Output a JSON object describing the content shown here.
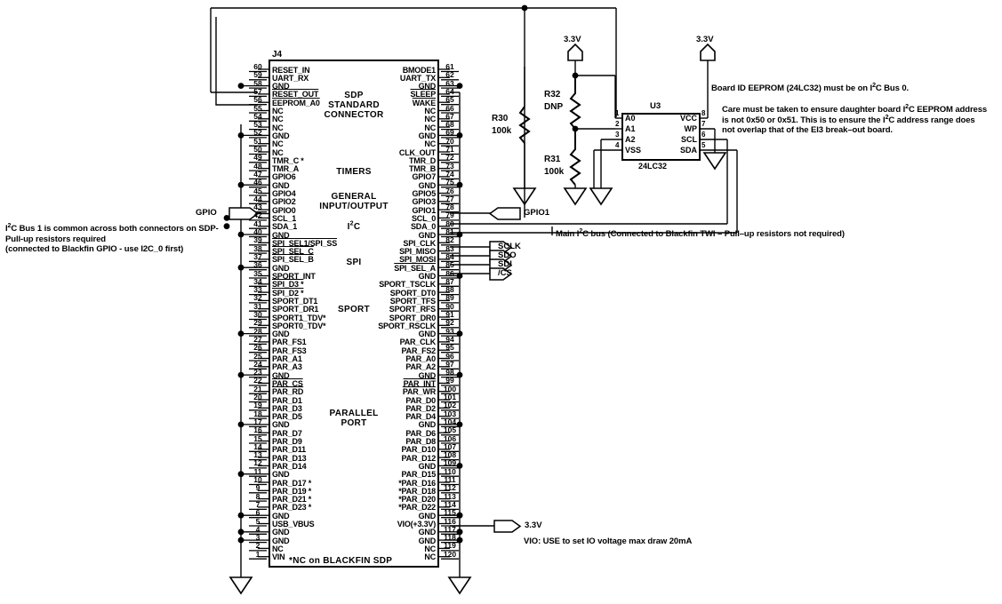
{
  "sheet": {
    "connector": {
      "designator": "J4",
      "groups": [
        {
          "name": "SDP\nSTANDARD\nCONNECTOR"
        },
        {
          "name": "TIMERS"
        },
        {
          "name": "GENERAL\nINPUT/OUTPUT"
        },
        {
          "name": "I2C"
        },
        {
          "name": "SPI"
        },
        {
          "name": "SPORT"
        },
        {
          "name": "PARALLEL\nPORT"
        }
      ],
      "footnote": "*NC on BLACKFIN SDP",
      "left_pins": [
        {
          "num": "60",
          "name": "RESET_IN"
        },
        {
          "num": "59",
          "name": "UART_RX"
        },
        {
          "num": "58",
          "name": "GND"
        },
        {
          "num": "57",
          "name": "RESET_OUT",
          "bar": true
        },
        {
          "num": "56",
          "name": "EEPROM_A0",
          "bar": true
        },
        {
          "num": "55",
          "name": "NC"
        },
        {
          "num": "54",
          "name": "NC"
        },
        {
          "num": "53",
          "name": "NC"
        },
        {
          "num": "52",
          "name": "GND"
        },
        {
          "num": "51",
          "name": "NC"
        },
        {
          "num": "50",
          "name": "NC"
        },
        {
          "num": "49",
          "name": "TMR_C *"
        },
        {
          "num": "48",
          "name": "TMR_A"
        },
        {
          "num": "47",
          "name": "GPIO6"
        },
        {
          "num": "46",
          "name": "GND"
        },
        {
          "num": "45",
          "name": "GPIO4"
        },
        {
          "num": "44",
          "name": "GPIO2"
        },
        {
          "num": "43",
          "name": "GPIO0"
        },
        {
          "num": "42",
          "name": "SCL_1"
        },
        {
          "num": "41",
          "name": "SDA_1"
        },
        {
          "num": "40",
          "name": "GND"
        },
        {
          "num": "39",
          "name": "SPI_SEL1/SPI_SS",
          "bar": true
        },
        {
          "num": "38",
          "name": "SPI_SEL_C",
          "bar": true
        },
        {
          "num": "37",
          "name": "SPI_SEL_B",
          "bar": true
        },
        {
          "num": "36",
          "name": "GND"
        },
        {
          "num": "35",
          "name": "SPORT_INT"
        },
        {
          "num": "34",
          "name": "SPI_D3 *",
          "bar": true
        },
        {
          "num": "33",
          "name": "SPI_D2 *",
          "bar": true
        },
        {
          "num": "32",
          "name": "SPORT_DT1"
        },
        {
          "num": "31",
          "name": "SPORT_DR1"
        },
        {
          "num": "30",
          "name": "SPORT1_TDV*"
        },
        {
          "num": "29",
          "name": "SPORT0_TDV*"
        },
        {
          "num": "28",
          "name": "GND"
        },
        {
          "num": "27",
          "name": "PAR_FS1"
        },
        {
          "num": "26",
          "name": "PAR_FS3"
        },
        {
          "num": "25",
          "name": "PAR_A1"
        },
        {
          "num": "24",
          "name": "PAR_A3"
        },
        {
          "num": "23",
          "name": "GND"
        },
        {
          "num": "22",
          "name": "PAR_CS",
          "bar": true
        },
        {
          "num": "21",
          "name": "PAR_RD",
          "bar": true
        },
        {
          "num": "20",
          "name": "PAR_D1"
        },
        {
          "num": "19",
          "name": "PAR_D3"
        },
        {
          "num": "18",
          "name": "PAR_D5"
        },
        {
          "num": "17",
          "name": "GND"
        },
        {
          "num": "16",
          "name": "PAR_D7"
        },
        {
          "num": "15",
          "name": "PAR_D9"
        },
        {
          "num": "14",
          "name": "PAR_D11"
        },
        {
          "num": "13",
          "name": "PAR_D13"
        },
        {
          "num": "12",
          "name": "PAR_D14"
        },
        {
          "num": "11",
          "name": "GND"
        },
        {
          "num": "10",
          "name": "PAR_D17 *"
        },
        {
          "num": "9",
          "name": "PAR_D19 *"
        },
        {
          "num": "8",
          "name": "PAR_D21 *"
        },
        {
          "num": "7",
          "name": "PAR_D23 *"
        },
        {
          "num": "6",
          "name": "GND"
        },
        {
          "num": "5",
          "name": "USB_VBUS"
        },
        {
          "num": "4",
          "name": "GND"
        },
        {
          "num": "3",
          "name": "GND"
        },
        {
          "num": "2",
          "name": "NC"
        },
        {
          "num": "1",
          "name": "VIN"
        }
      ],
      "right_pins": [
        {
          "num": "61",
          "name": "BMODE1"
        },
        {
          "num": "62",
          "name": "UART_TX"
        },
        {
          "num": "63",
          "name": "GND"
        },
        {
          "num": "64",
          "name": "SLEEP",
          "bar": true
        },
        {
          "num": "65",
          "name": "WAKE",
          "bar": true
        },
        {
          "num": "66",
          "name": "NC"
        },
        {
          "num": "67",
          "name": "NC"
        },
        {
          "num": "68",
          "name": "NC"
        },
        {
          "num": "69",
          "name": "GND"
        },
        {
          "num": "70",
          "name": "NC"
        },
        {
          "num": "71",
          "name": "CLK_OUT"
        },
        {
          "num": "72",
          "name": "TMR_D"
        },
        {
          "num": "73",
          "name": "TMR_B"
        },
        {
          "num": "74",
          "name": "GPIO7"
        },
        {
          "num": "75",
          "name": "GND"
        },
        {
          "num": "76",
          "name": "GPIO5"
        },
        {
          "num": "77",
          "name": "GPIO3"
        },
        {
          "num": "78",
          "name": "GPIO1"
        },
        {
          "num": "79",
          "name": "SCL_0"
        },
        {
          "num": "80",
          "name": "SDA_0"
        },
        {
          "num": "81",
          "name": "GND"
        },
        {
          "num": "82",
          "name": "SPI_CLK"
        },
        {
          "num": "83",
          "name": "SPI_MISO"
        },
        {
          "num": "84",
          "name": "SPI_MOSI"
        },
        {
          "num": "85",
          "name": "SPI_SEL_A",
          "bar": true
        },
        {
          "num": "86",
          "name": "GND"
        },
        {
          "num": "87",
          "name": "SPORT_TSCLK"
        },
        {
          "num": "88",
          "name": "SPORT_DT0"
        },
        {
          "num": "89",
          "name": "SPORT_TFS"
        },
        {
          "num": "90",
          "name": "SPORT_RFS"
        },
        {
          "num": "91",
          "name": "SPORT_DR0"
        },
        {
          "num": "92",
          "name": "SPORT_RSCLK"
        },
        {
          "num": "93",
          "name": "GND"
        },
        {
          "num": "94",
          "name": "PAR_CLK"
        },
        {
          "num": "95",
          "name": "PAR_FS2"
        },
        {
          "num": "96",
          "name": "PAR_A0"
        },
        {
          "num": "97",
          "name": "PAR_A2"
        },
        {
          "num": "98",
          "name": "GND"
        },
        {
          "num": "99",
          "name": "PAR_INT",
          "bar": true
        },
        {
          "num": "100",
          "name": "PAR_WR",
          "bar": true
        },
        {
          "num": "101",
          "name": "PAR_D0"
        },
        {
          "num": "102",
          "name": "PAR_D2"
        },
        {
          "num": "103",
          "name": "PAR_D4"
        },
        {
          "num": "104",
          "name": "GND"
        },
        {
          "num": "105",
          "name": "PAR_D6"
        },
        {
          "num": "106",
          "name": "PAR_D8"
        },
        {
          "num": "107",
          "name": "PAR_D10"
        },
        {
          "num": "108",
          "name": "PAR_D12"
        },
        {
          "num": "109",
          "name": "GND"
        },
        {
          "num": "110",
          "name": "PAR_D15"
        },
        {
          "num": "111",
          "name": "*PAR_D16"
        },
        {
          "num": "112",
          "name": "*PAR_D18"
        },
        {
          "num": "113",
          "name": "*PAR_D20"
        },
        {
          "num": "114",
          "name": "*PAR_D22"
        },
        {
          "num": "115",
          "name": "GND"
        },
        {
          "num": "116",
          "name": "VIO(+3.3V)"
        },
        {
          "num": "117",
          "name": "GND"
        },
        {
          "num": "118",
          "name": "GND"
        },
        {
          "num": "119",
          "name": "NC"
        },
        {
          "num": "120",
          "name": "NC"
        }
      ]
    },
    "resistors": [
      {
        "ref": "R30",
        "value": "100k"
      },
      {
        "ref": "R32",
        "value": "DNP"
      },
      {
        "ref": "R31",
        "value": "100k"
      }
    ],
    "eeprom": {
      "designator": "U3",
      "part": "24LC32",
      "left_pins": [
        {
          "num": "1",
          "name": "A0"
        },
        {
          "num": "2",
          "name": "A1"
        },
        {
          "num": "3",
          "name": "A2"
        },
        {
          "num": "4",
          "name": "VSS"
        }
      ],
      "right_pins": [
        {
          "num": "8",
          "name": "VCC"
        },
        {
          "num": "7",
          "name": "WP"
        },
        {
          "num": "6",
          "name": "SCL"
        },
        {
          "num": "5",
          "name": "SDA"
        }
      ]
    },
    "power_labels": [
      {
        "id": "vcc-3v3-r32",
        "label": "3.3V"
      },
      {
        "id": "vcc-3v3-eeprom",
        "label": "3.3V"
      }
    ],
    "net_ports": [
      {
        "id": "gpio-in",
        "label": "GPIO",
        "dir": "in"
      },
      {
        "id": "gpio1-out",
        "label": "GPIO1",
        "dir": "out"
      },
      {
        "id": "sclk-out",
        "label": "SCLK",
        "dir": "out"
      },
      {
        "id": "sdo-out",
        "label": "SDO",
        "dir": "out"
      },
      {
        "id": "sdi-out",
        "label": "SDI",
        "dir": "out"
      },
      {
        "id": "cs-out",
        "label": "/CS",
        "dir": "out"
      },
      {
        "id": "vio-3v3-out",
        "label": "3.3V",
        "dir": "out"
      }
    ],
    "notes": {
      "left_i2c": "I2C Bus 1 is common across both connectors on SDP-\nPull-up resistors required\n(connected to Blackfin GPIO - use I2C_0 first)",
      "left_i2c_lines": [
        "Bus 1 is common across both connectors on SDP-",
        "Pull-up resistors required",
        "(connected to Blackfin GPIO - use I2C_0 first)"
      ],
      "eeprom_title": "Board ID EEPROM (24LC32) must be on I2C Bus 0.",
      "eeprom_body_lines": [
        "Care must be taken to ensure daughter board I2C EEPROM address",
        "is not 0x50 or 0x51. This is to ensure the I2C address range does",
        "not overlap that of the EI3 break-out board."
      ],
      "main_i2c": "Main I2C bus (Connected to Blackfin TWI - Pull-up resistors not required)",
      "vio": "VIO: USE to set IO voltage max draw 20mA"
    }
  }
}
